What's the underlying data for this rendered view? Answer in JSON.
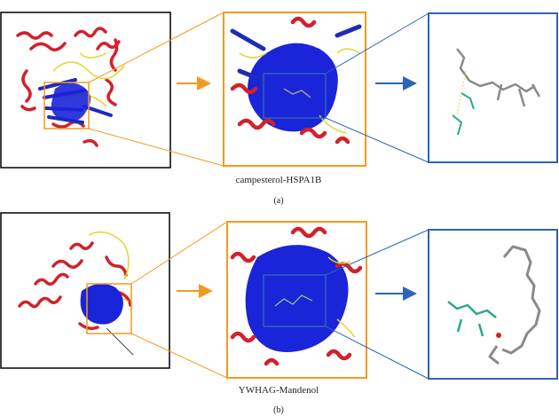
{
  "panels": [
    {
      "caption": "campesterol-HSPA1B",
      "label": "(a)"
    },
    {
      "caption": "YWHAG-Mandenol",
      "label": "(b)"
    }
  ],
  "colors": {
    "zoom1_frame": "#f39a1e",
    "zoom2_frame": "#2e63b8",
    "overview_frame": "#000000",
    "helix": "#d3202a",
    "sheet": "#1f2bb8",
    "loop": "#e3d42a",
    "surface": "#1a24d8",
    "ligand": "#8a8a8a"
  }
}
